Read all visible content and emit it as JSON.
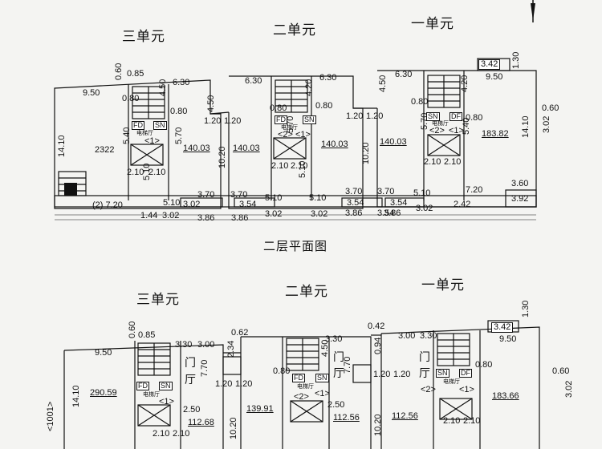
{
  "north_arrow": "N",
  "top_plan": {
    "title": "二层平面图",
    "units": [
      "三单元",
      "二单元",
      "一单元"
    ],
    "room_number": "2322",
    "areas": [
      "140.03",
      "140.03",
      "140.03",
      "140.03",
      "183.82"
    ],
    "dims_top": [
      "0.85",
      "9.50",
      "6.30",
      "6.30",
      "6.30",
      "6.30",
      "9.50",
      "3.42",
      "1.30"
    ],
    "dims_misc": [
      "0.60",
      "0.80",
      "0.80",
      "0.80",
      "0.80",
      "0.80",
      "0.80",
      "4.50",
      "4.50",
      "4.50",
      "4.20",
      "4.20",
      "1.20",
      "1.20",
      "1.20",
      "1.20",
      "5.70",
      "5.70",
      "5.70",
      "5.40",
      "5.40",
      "14.10",
      "14.10",
      "3.02",
      "0.60",
      "10.20",
      "10.20",
      "5.10",
      "5.10",
      "2.10",
      "2.10",
      "2.10",
      "2.10",
      "2.10",
      "2.10"
    ],
    "dims_bottom_row1": [
      "(2) 7.20",
      "5.10",
      "3.70",
      "3.70",
      "5.10",
      "5.10",
      "3.70",
      "3.70",
      "5.10",
      "7.20",
      "3.60"
    ],
    "dims_bottom_row2": [
      "3.02",
      "3.54",
      "3.54",
      "3.54",
      "3.54",
      "3.92"
    ],
    "dims_bottom_row3": [
      "1.44",
      "3.02",
      "3.86",
      "3.86",
      "3.02",
      "3.02",
      "3.86",
      "3.86",
      "3.02",
      "2.42"
    ],
    "tags": {
      "fd": "FD",
      "sn": "SN",
      "df": "DF",
      "elevator": "电梯厅",
      "u1": "<1>",
      "u2": "<2>"
    }
  },
  "bottom_plan": {
    "units": [
      "三单元",
      "二单元",
      "一单元"
    ],
    "areas": [
      "290.59",
      "112.68",
      "139.91",
      "112.56",
      "112.56",
      "183.66"
    ],
    "dims": [
      "0.60",
      "0.85",
      "9.50",
      "3.30",
      "3.00",
      "0.62",
      "2.34",
      "3.30",
      "4.50",
      "0.42",
      "3.00",
      "3.30",
      "3.42",
      "1.30",
      "9.50",
      "14.10",
      "0.60",
      "3.02",
      "1.20",
      "1.20",
      "1.20",
      "1.20",
      "7.70",
      "7.70",
      "10.20",
      "10.20",
      "2.50",
      "2.50",
      "2.10",
      "2.10",
      "2.10",
      "2.10",
      "0.94",
      "0.80",
      "0.80"
    ],
    "side_label": "<1001>",
    "door": "门",
    "hall": "厅",
    "tags": {
      "fd": "FD",
      "sn": "SN",
      "df": "DF",
      "elevator": "电梯厅",
      "u1": "<1>",
      "u2": "<2>"
    }
  }
}
